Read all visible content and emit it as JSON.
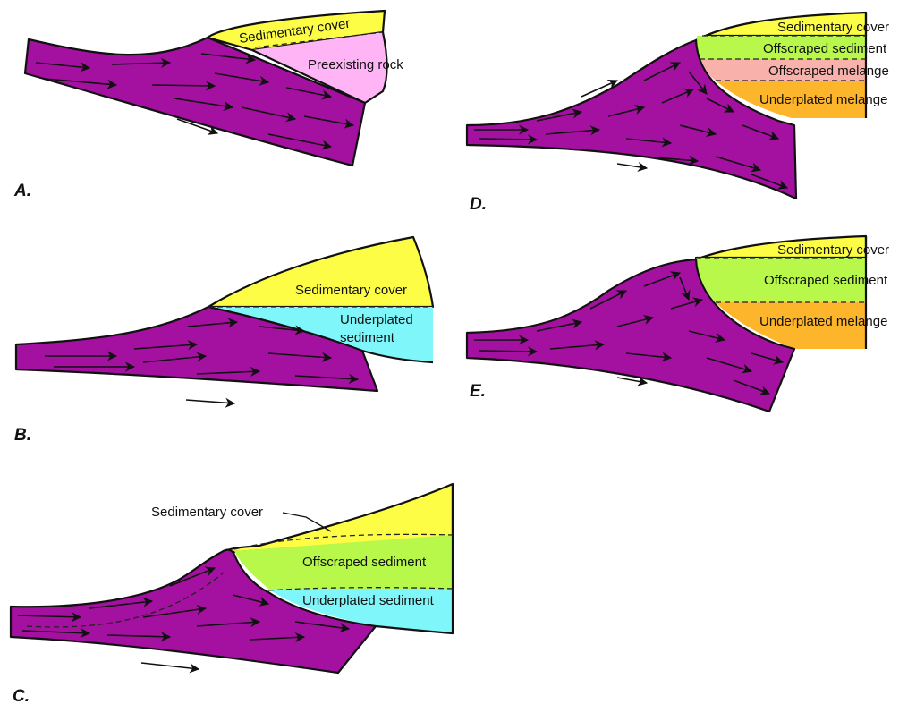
{
  "colors": {
    "slab": "#a4109f",
    "sedimentary_cover": "#fdfd45",
    "preexisting_rock": "#ffb5f5",
    "underplated_sediment": "#7ff6fa",
    "offscraped_sediment": "#b7f84a",
    "offscraped_melange": "#f9b1ab",
    "underplated_melange": "#fdb52c"
  },
  "panels": {
    "A": {
      "letter": "A.",
      "labels": {
        "sedimentary_cover": "Sedimentary cover",
        "preexisting_rock": "Preexisting rock"
      }
    },
    "B": {
      "letter": "B.",
      "labels": {
        "sedimentary_cover": "Sedimentary cover",
        "underplated_line1": "Underplated",
        "underplated_line2": "sediment"
      }
    },
    "C": {
      "letter": "C.",
      "labels": {
        "sedimentary_cover": "Sedimentary cover",
        "offscraped_sediment": "Offscraped sediment",
        "underplated_sediment": "Underplated sediment"
      }
    },
    "D": {
      "letter": "D.",
      "labels": {
        "sedimentary_cover": "Sedimentary cover",
        "offscraped_sediment": "Offscraped sediment",
        "offscraped_melange": "Offscraped melange",
        "underplated_melange": "Underplated melange"
      }
    },
    "E": {
      "letter": "E.",
      "labels": {
        "sedimentary_cover": "Sedimentary cover",
        "offscraped_sediment": "Offscraped sediment",
        "underplated_melange": "Underplated melange"
      }
    }
  }
}
